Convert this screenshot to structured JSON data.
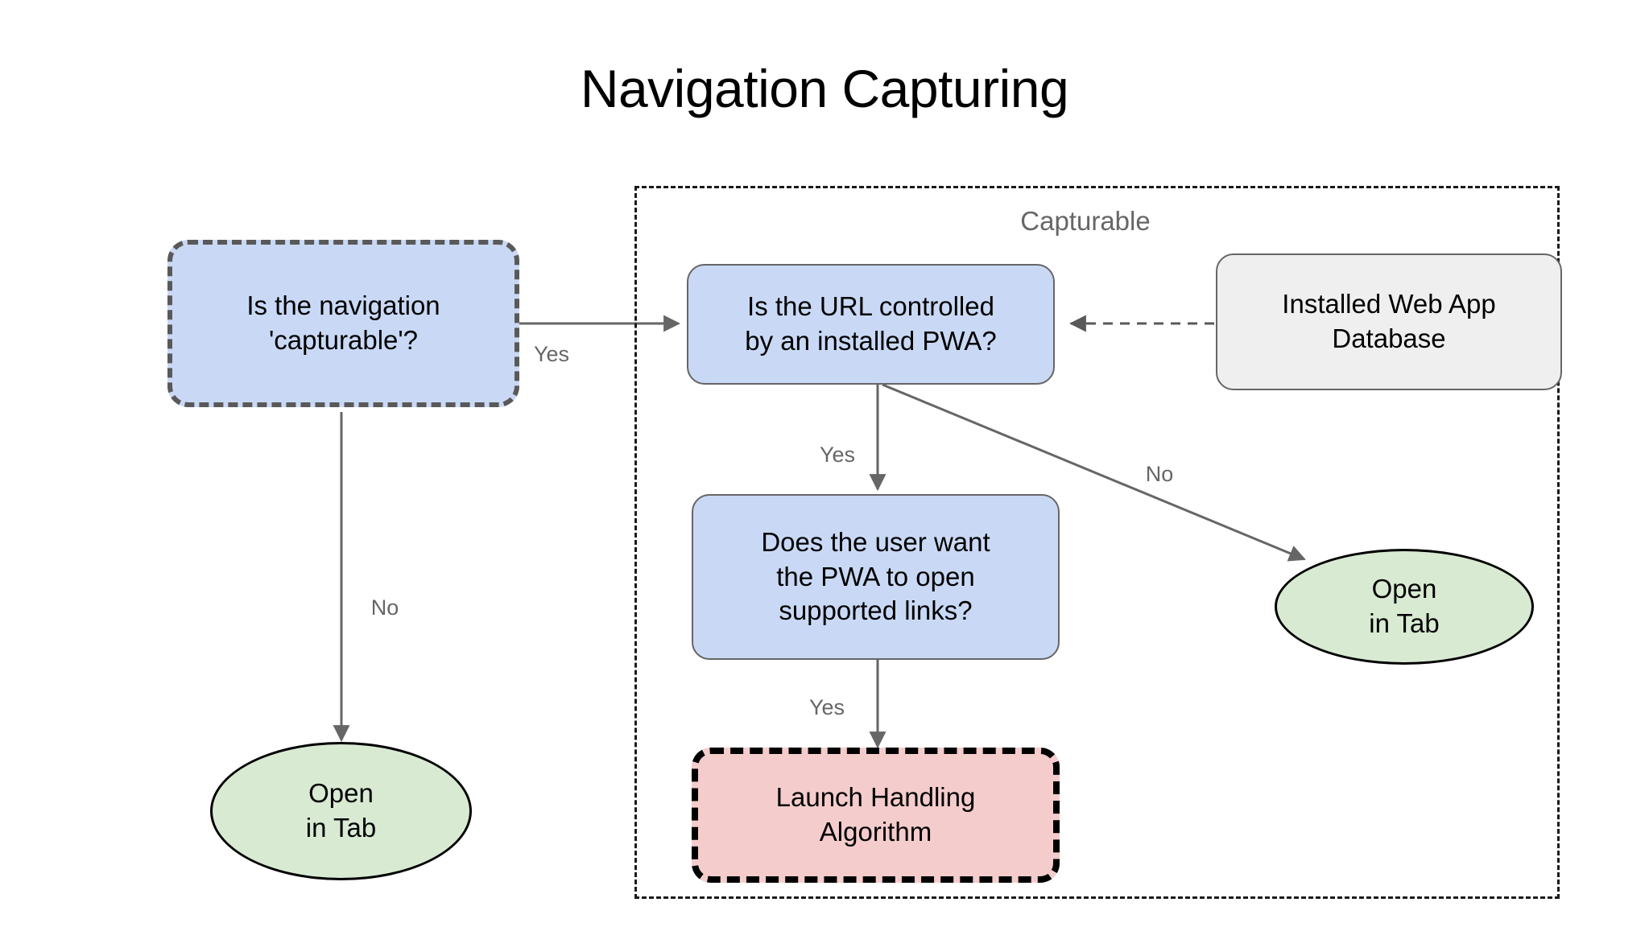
{
  "title": "Navigation Capturing",
  "group": {
    "label": "Capturable"
  },
  "nodes": {
    "is_capturable": {
      "label": "Is the navigation\n'capturable'?",
      "shape": "rounded-rect",
      "fill": "#c9d9f5",
      "stroke": "#595959",
      "stroke_style": "dashed"
    },
    "url_controlled": {
      "label": "Is the URL controlled\nby an installed PWA?",
      "shape": "rounded-rect",
      "fill": "#c9d9f5",
      "stroke": "#666666",
      "stroke_style": "solid"
    },
    "installed_db": {
      "label": "Installed Web App\nDatabase",
      "shape": "rounded-rect",
      "fill": "#efefef",
      "stroke": "#666666",
      "stroke_style": "solid"
    },
    "user_wants_pwa": {
      "label": "Does the user want\nthe PWA to open\nsupported links?",
      "shape": "rounded-rect",
      "fill": "#c9d9f5",
      "stroke": "#666666",
      "stroke_style": "solid"
    },
    "launch_handling": {
      "label": "Launch Handling\nAlgorithm",
      "shape": "rounded-rect",
      "fill": "#f4cccc",
      "stroke": "#000000",
      "stroke_style": "dashed"
    },
    "open_in_tab_left": {
      "label": "Open\nin Tab",
      "shape": "ellipse",
      "fill": "#d9ead3",
      "stroke": "#000000",
      "stroke_style": "solid"
    },
    "open_in_tab_right": {
      "label": "Open\nin Tab",
      "shape": "ellipse",
      "fill": "#d9ead3",
      "stroke": "#000000",
      "stroke_style": "solid"
    }
  },
  "edge_labels": {
    "capturable_yes": "Yes",
    "capturable_no": "No",
    "url_yes": "Yes",
    "url_no": "No",
    "user_yes": "Yes"
  },
  "colors": {
    "blue_fill": "#c9d9f5",
    "green_fill": "#d9ead3",
    "pink_fill": "#f4cccc",
    "gray_fill": "#efefef",
    "edge_stroke": "#666666",
    "label_text": "#666666",
    "background": "#ffffff"
  }
}
